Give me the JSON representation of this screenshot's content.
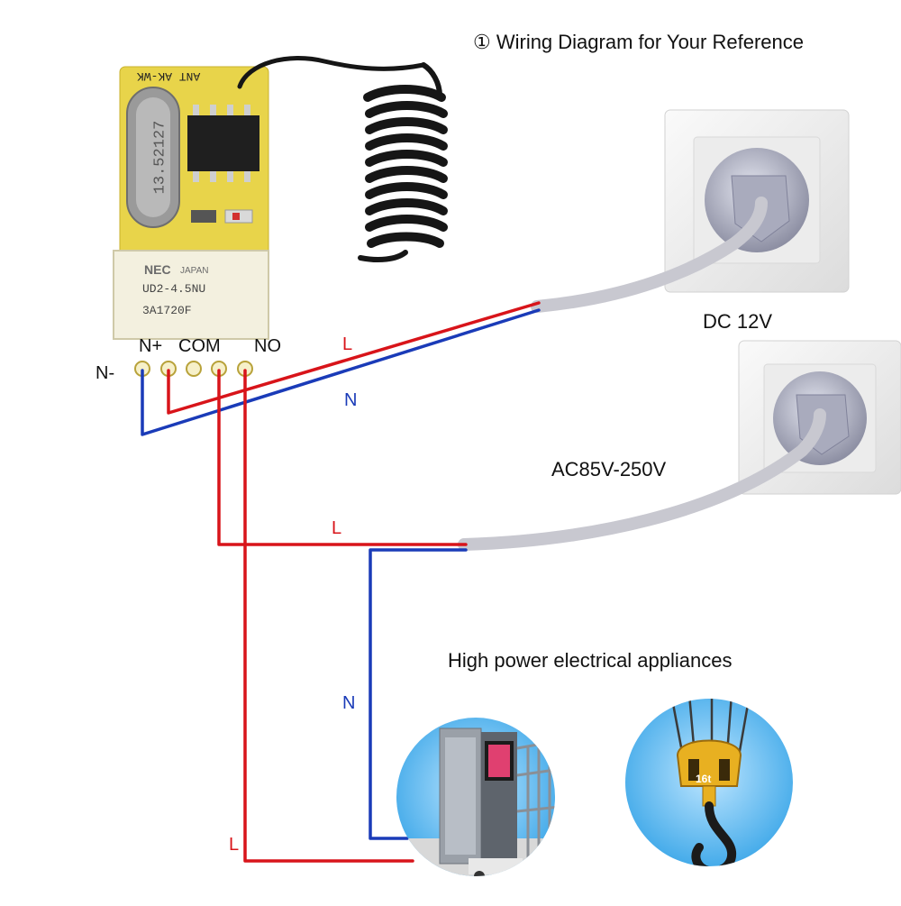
{
  "title": "① Wiring Diagram for Your Reference",
  "module": {
    "antenna_label": "ANT AK-WK",
    "crystal_text": "13.52127",
    "relay_brand": "NEC",
    "relay_brand_sub": "JAPAN",
    "relay_model": "UD2-4.5NU",
    "relay_code": "3A1720F",
    "terminals": [
      "N-",
      "N+",
      "COM",
      "NO"
    ]
  },
  "supplies": {
    "dc": "DC 12V",
    "ac": "AC85V-250V"
  },
  "wire_labels": {
    "dc_live": "L",
    "dc_neutral": "N",
    "ac_live": "L",
    "load_neutral": "N",
    "load_live": "L"
  },
  "appliances": {
    "caption": "High power electrical appliances",
    "hook_badge": "16t"
  },
  "colors": {
    "live": "#d8141a",
    "neutral": "#1a3bb8",
    "cable": "#c8c8d0",
    "pcb": "#e8d44a"
  }
}
